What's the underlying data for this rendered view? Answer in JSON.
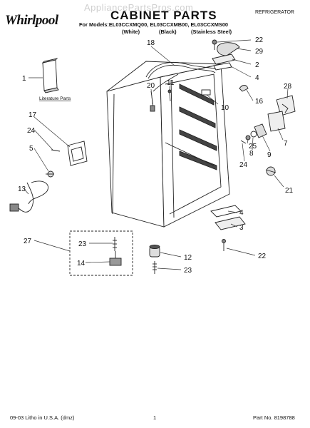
{
  "header": {
    "brand": "Whirlpool",
    "watermark": "AppliancePartsPros.com",
    "title": "CABINET PARTS",
    "category": "REFRIGERATOR",
    "models_line": "For Models:EL03CCXMQ00, EL03CCXMB00, EL03CCXMS00",
    "colors": [
      "(White)",
      "(Black)",
      "(Stainless Steel)"
    ]
  },
  "literature_label": "Literature Parts",
  "callouts": [
    "22",
    "29",
    "2",
    "4",
    "18",
    "1",
    "20",
    "11",
    "10",
    "16",
    "28",
    "17",
    "7",
    "24",
    "9",
    "8",
    "25",
    "5",
    "24",
    "21",
    "13",
    "4",
    "3",
    "27",
    "23",
    "12",
    "14",
    "22",
    "23"
  ],
  "footer": {
    "left": "09-03 Litho in U.S.A. (dmz)",
    "center": "1",
    "right": "Part No. 8198788"
  }
}
